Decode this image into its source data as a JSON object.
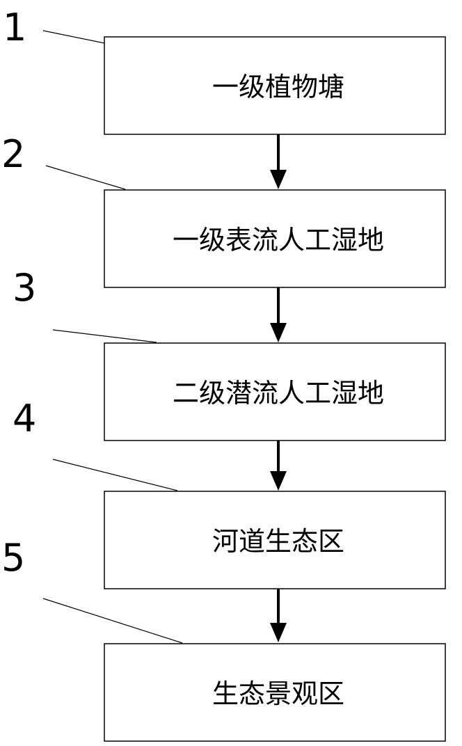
{
  "steps": [
    {
      "number": "1",
      "label": "一级植物塘"
    },
    {
      "number": "2",
      "label": "一级表流人工湿地"
    },
    {
      "number": "3",
      "label": "二级潜流人工湿地"
    },
    {
      "number": "4",
      "label": "河道生态区"
    },
    {
      "number": "5",
      "label": "生态景观区"
    }
  ]
}
